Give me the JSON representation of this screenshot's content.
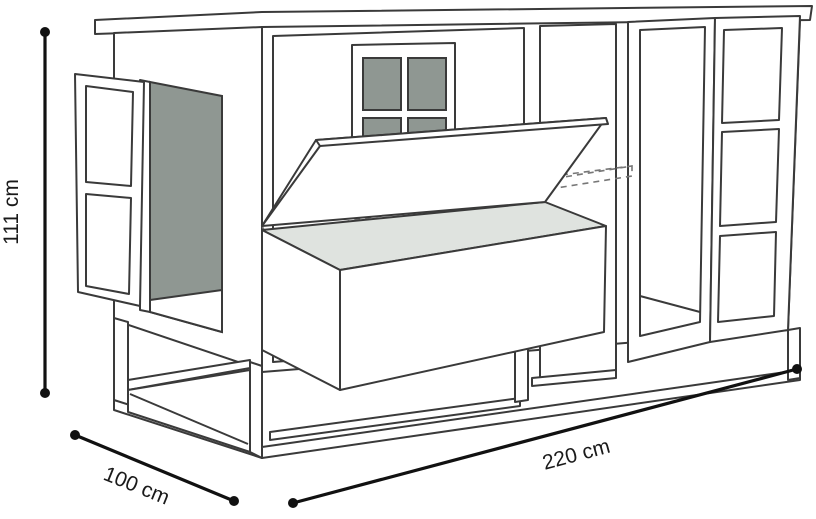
{
  "dimensions": {
    "height_label": "111 cm",
    "depth_label": "100 cm",
    "width_label": "220 cm"
  },
  "colors": {
    "line": "#3a3a3a",
    "glass": "#8f9792",
    "shade": "#dfe3df",
    "dimension": "#111111"
  }
}
